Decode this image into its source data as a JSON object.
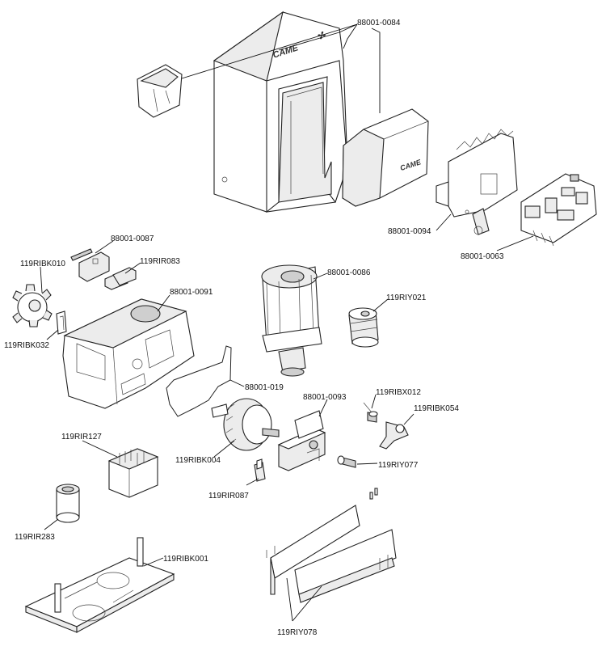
{
  "brand_text": "CAME",
  "labels": [
    {
      "id": "88001-0084",
      "text": "88001-0084"
    },
    {
      "id": "88001-0094",
      "text": "88001-0094"
    },
    {
      "id": "88001-0063",
      "text": "88001-0063"
    },
    {
      "id": "88001-0087",
      "text": "88001-0087"
    },
    {
      "id": "119RIBK010",
      "text": "119RIBK010"
    },
    {
      "id": "119RIR083",
      "text": "119RIR083"
    },
    {
      "id": "88001-0091",
      "text": "88001-0091"
    },
    {
      "id": "88001-0086",
      "text": "88001-0086"
    },
    {
      "id": "119RIY021",
      "text": "119RIY021"
    },
    {
      "id": "119RIBK032",
      "text": "119RIBK032"
    },
    {
      "id": "88001-019",
      "text": "88001-019"
    },
    {
      "id": "88001-0093",
      "text": "88001-0093"
    },
    {
      "id": "119RIBX012",
      "text": "119RIBX012"
    },
    {
      "id": "119RIBK054",
      "text": "119RIBK054"
    },
    {
      "id": "119RIR127",
      "text": "119RIR127"
    },
    {
      "id": "119RIBK004",
      "text": "119RIBK004"
    },
    {
      "id": "119RIY077",
      "text": "119RIY077"
    },
    {
      "id": "119RIR087",
      "text": "119RIR087"
    },
    {
      "id": "119RIR283",
      "text": "119RIR283"
    },
    {
      "id": "119RIBK001",
      "text": "119RIBK001"
    },
    {
      "id": "119RIY078",
      "text": "119RIY078"
    }
  ]
}
